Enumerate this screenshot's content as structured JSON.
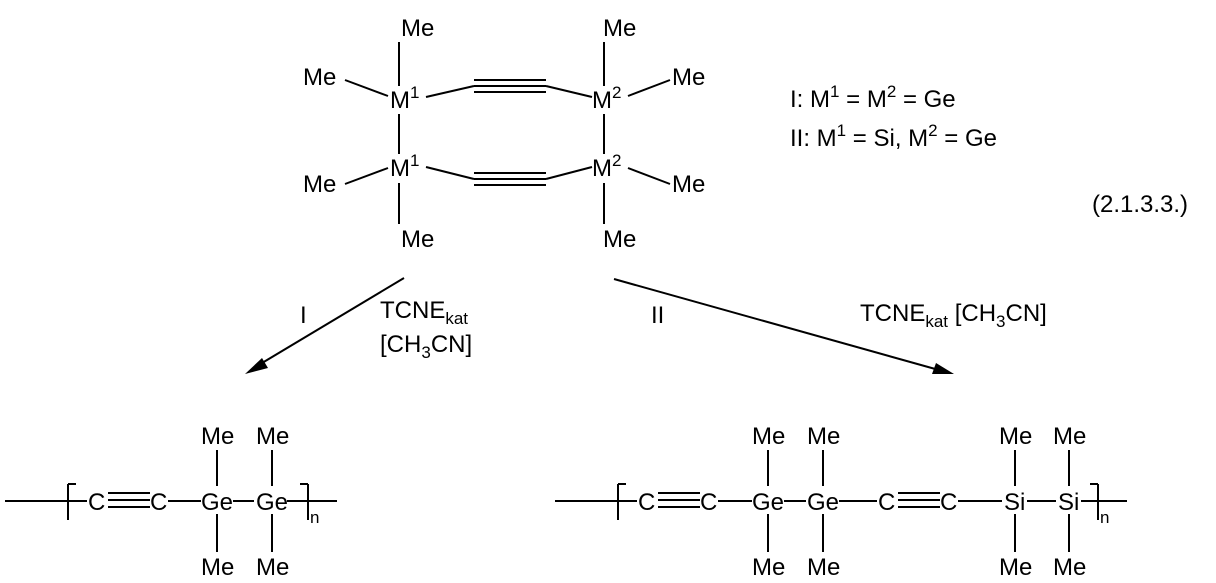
{
  "atoms": {
    "me": "Me",
    "m": "M",
    "ge": "Ge",
    "si": "Si",
    "c": "C"
  },
  "cyclic": {
    "sup_m1": "1",
    "sup_m2": "2"
  },
  "legend": {
    "line1": {
      "prefix": "I:  M",
      "sup_a": "1",
      "mid": " = M",
      "sup_b": "2",
      "suffix": " = Ge"
    },
    "line2": {
      "prefix": "II: M",
      "sup_a": "1",
      "mid": " = Si, M",
      "sup_b": "2",
      "suffix": " = Ge"
    }
  },
  "equation_number": "(2.1.3.3.)",
  "arrow_left": {
    "label": "I",
    "cat_main": "TCNE",
    "cat_sub": "kat",
    "solvent_pre": "[CH",
    "solvent_sub": "3",
    "solvent_post": "CN]"
  },
  "arrow_right": {
    "label": "II",
    "cat_main": "TCNE",
    "cat_sub": "kat",
    "solvent_pre": " [CH",
    "solvent_sub": "3",
    "solvent_post": "CN]"
  },
  "polymer": {
    "repeat_sub": "n"
  }
}
